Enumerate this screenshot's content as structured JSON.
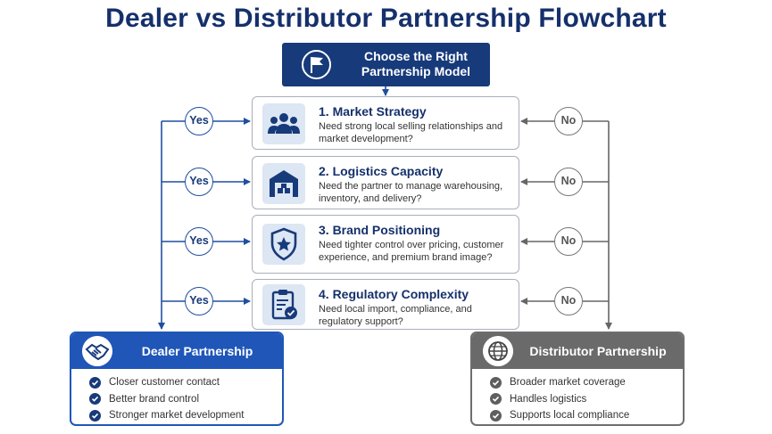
{
  "title": "Dealer vs Distributor Partnership Flowchart",
  "start": {
    "label": "Choose the Right Partnership Model",
    "icon": "flag-icon"
  },
  "steps": [
    {
      "title": "1. Market Strategy",
      "desc": "Need strong local selling relationships and market development?",
      "icon": "people-icon"
    },
    {
      "title": "2. Logistics Capacity",
      "desc": "Need the partner to manage warehousing, inventory, and delivery?",
      "icon": "warehouse-icon"
    },
    {
      "title": "3. Brand Positioning",
      "desc": "Need tighter control over pricing, customer experience, and premium brand image?",
      "icon": "shield-star-icon"
    },
    {
      "title": "4. Regulatory Complexity",
      "desc": "Need local import, compliance, and regulatory support?",
      "icon": "clipboard-check-icon"
    }
  ],
  "labels": {
    "yes": "Yes",
    "no": "No"
  },
  "dealer": {
    "title": "Dealer Partnership",
    "icon": "handshake-icon",
    "items": [
      "Closer customer contact",
      "Better brand control",
      "Stronger market development"
    ]
  },
  "distributor": {
    "title": "Distributor Partnership",
    "icon": "globe-icon",
    "items": [
      "Broader market coverage",
      "Handles logistics",
      "Supports local compliance"
    ]
  },
  "colors": {
    "navy": "#173a7a",
    "blue": "#1f56b8",
    "gray": "#6a6a6a"
  }
}
